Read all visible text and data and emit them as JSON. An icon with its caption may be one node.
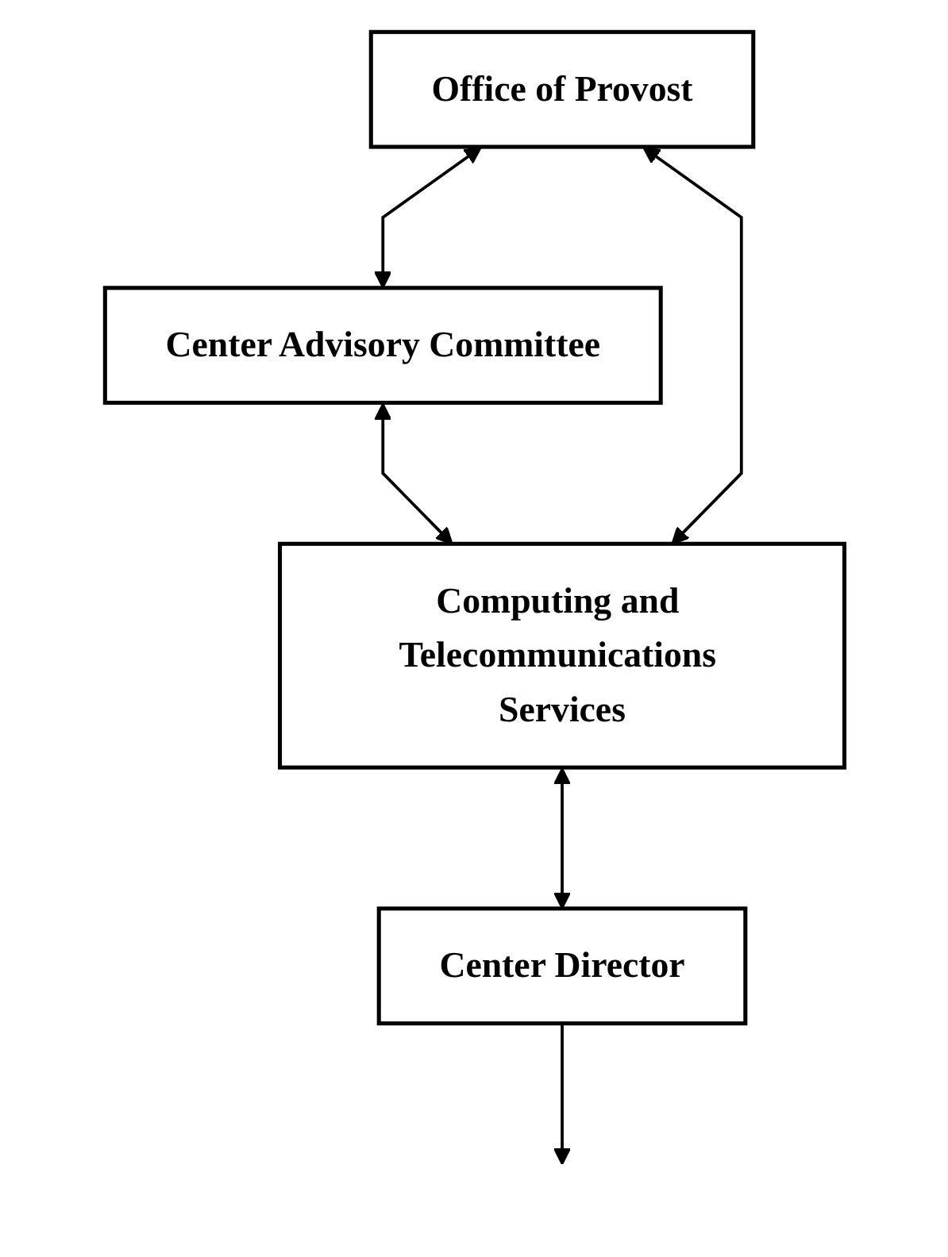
{
  "diagram": {
    "nodes": [
      {
        "text": [
          "Office of Provost"
        ]
      },
      {
        "text": [
          "Center Advisory Committee"
        ]
      },
      {
        "text": [
          "Computing and Telecommunications Services"
        ]
      },
      {
        "text": [
          "Center Director"
        ]
      }
    ],
    "edges": [
      {
        "from": 0,
        "to": 1,
        "arrow": "both"
      },
      {
        "from": 1,
        "to": 2,
        "arrow": "both"
      },
      {
        "from": 0,
        "to": 2,
        "arrow": "both"
      },
      {
        "from": 2,
        "to": 3,
        "arrow": "both"
      },
      {
        "from": 3,
        "to": null,
        "arrow": "to"
      }
    ]
  }
}
